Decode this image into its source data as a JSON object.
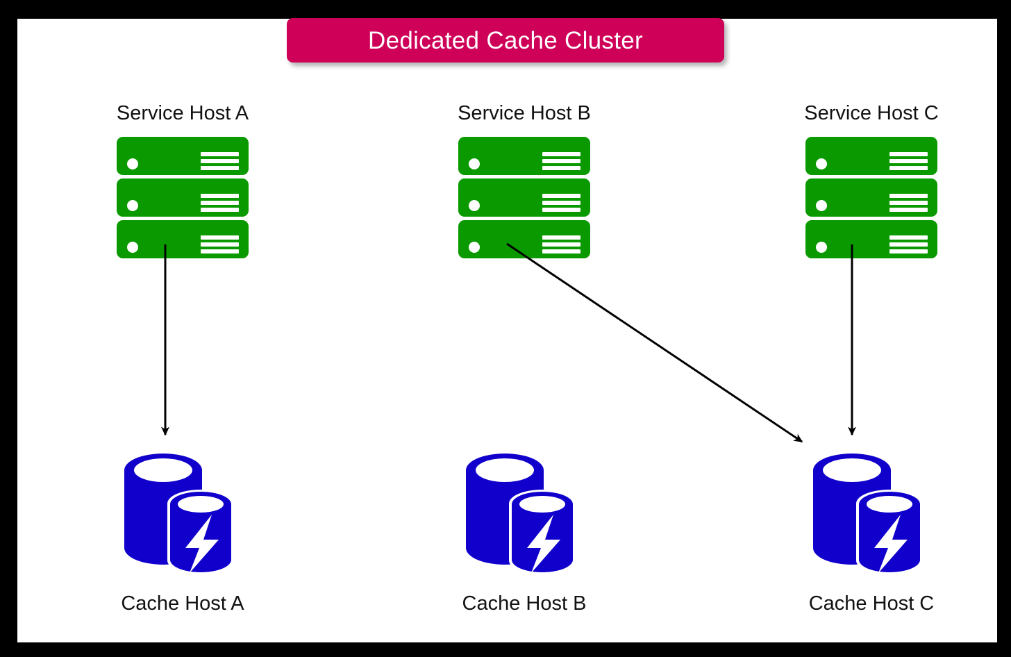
{
  "diagram": {
    "title": "Dedicated Cache Cluster",
    "title_background_color": "#CE0058",
    "title_text_color": "#FFFFFF",
    "canvas_background_color": "#FFFFFF",
    "frame_color": "#000000",
    "server_color": "#0A9A00",
    "cache_color": "#1100CC",
    "arrow_color": "#000000",
    "columns": [
      {
        "id": "a",
        "service_label": "Service Host A",
        "cache_label": "Cache Host A",
        "server_count": 3,
        "arrow_target": "Cache Host A"
      },
      {
        "id": "b",
        "service_label": "Service Host B",
        "cache_label": "Cache Host B",
        "server_count": 3,
        "arrow_target": "Cache Host C"
      },
      {
        "id": "c",
        "service_label": "Service Host C",
        "cache_label": "Cache Host C",
        "server_count": 3,
        "arrow_target": "Cache Host C"
      }
    ],
    "connections": [
      {
        "from": "Service Host A",
        "to": "Cache Host A",
        "style": "straight-down"
      },
      {
        "from": "Service Host B",
        "to": "Cache Host C",
        "style": "diagonal"
      },
      {
        "from": "Service Host C",
        "to": "Cache Host C",
        "style": "straight-down"
      }
    ],
    "icons": {
      "server": "server-rack-icon",
      "cache": "cache-database-bolt-icon",
      "arrow": "arrow-icon"
    }
  }
}
